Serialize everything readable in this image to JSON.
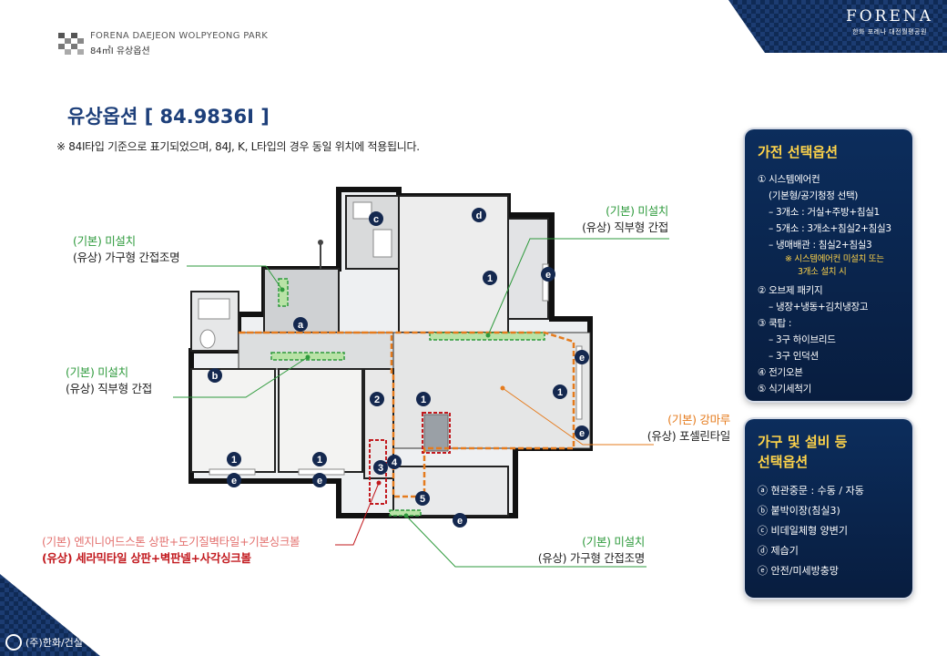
{
  "brand": {
    "name": "FORENA",
    "sub": "한화 포레나 대전월평공원"
  },
  "header": {
    "project": "FORENA DAEJEON WOLPYEONG PARK",
    "subtitle": "84㎡Ⅰ 유상옵션"
  },
  "title": "유상옵션 [ 84.9836I ]",
  "note": "※ 84I타입 기준으로 표기되었으며, 84J, K, L타입의 경우 동일 위치에 적용됩니다.",
  "callouts": {
    "c1": {
      "l1": "(기본) 미설치",
      "l2": "(유상) 가구형 간접조명"
    },
    "c2": {
      "l1": "(기본) 미설치",
      "l2": "(유상) 직부형 간접"
    },
    "c3": {
      "l1": "(기본) 미설치",
      "l2": "(유상) 직부형 간접"
    },
    "c4": {
      "l1": "(기본) 강마루",
      "l2": "(유상) 포셀린타일"
    },
    "c5": {
      "l1": "(기본) 엔지니어드스톤 상판+도기질벽타일+기본싱크볼",
      "l2": "(유상) 세라믹타일 상판+벽판넬+사각싱크볼"
    },
    "c6": {
      "l1": "(기본) 미설치",
      "l2": "(유상) 가구형 간접조명"
    }
  },
  "markers": {
    "n1": "1",
    "n2": "2",
    "n3": "3",
    "n4": "4",
    "n5": "5",
    "a": "a",
    "b": "b",
    "c": "c",
    "d": "d",
    "e": "e"
  },
  "panel1": {
    "title": "가전 선택옵션",
    "items": [
      "① 시스템에어컨",
      "(기본형/공기청정 선택)",
      "– 3개소 : 거실+주방+침실1",
      "– 5개소 : 3개소+침실2+침실3",
      "– 냉매배관 : 침실2+침실3",
      "※ 시스템에어컨 미설치 또는",
      "3개소 설치 시",
      "② 오브제 패키지",
      "– 냉장+냉동+김치냉장고",
      "③ 쿡탑 :",
      "– 3구 하이브리드",
      "– 3구 인덕션",
      "④ 전기오븐",
      "⑤ 식기세척기"
    ]
  },
  "panel2": {
    "title_l1": "가구 및 설비 등",
    "title_l2": "선택옵션",
    "items": [
      "ⓐ 현관중문 : 수동 / 자동",
      "ⓑ 붙박이장(침실3)",
      "ⓒ 비데일체형 양변기",
      "ⓓ 제습기",
      "ⓔ 안전/미세방충망"
    ]
  },
  "footer": {
    "company": "(주)한화/건설"
  },
  "colors": {
    "navy": "#0c2d5c",
    "yellow": "#ffd44a",
    "green": "#2e9a3c",
    "orange": "#e57b1d",
    "red": "#c2191e",
    "marker": "#14284f"
  }
}
